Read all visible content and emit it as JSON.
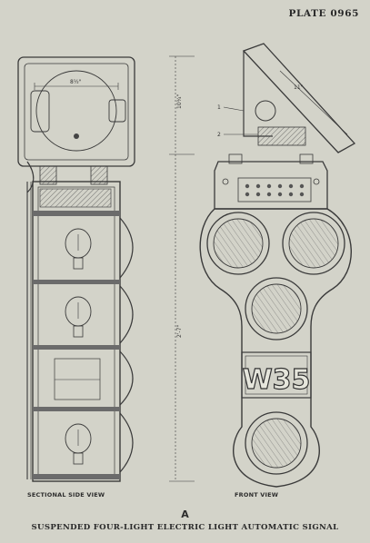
{
  "plate_label": "PLATE 0965",
  "view_labels": {
    "side": "SECTIONAL SIDE VIEW",
    "front": "FRONT VIEW"
  },
  "figure_letter": "A",
  "caption": "SUSPENDED FOUR-LIGHT ELECTRIC LIGHT AUTOMATIC SIGNAL",
  "dimensions": {
    "head_width": "8½\"",
    "head_height": "10¾\"",
    "total_height": "2'-7\"",
    "hood_width": "11\""
  },
  "callouts": [
    "1",
    "2"
  ],
  "front_plate": "W35"
}
